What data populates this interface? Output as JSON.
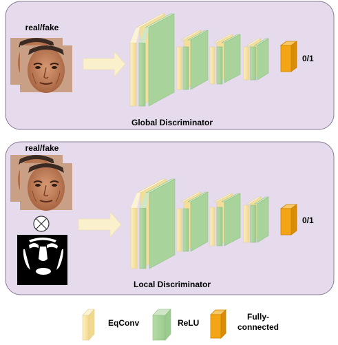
{
  "global_panel": {
    "input_label": "real/fake",
    "title": "Global Discriminator",
    "output_label": "0/1"
  },
  "local_panel": {
    "input_label": "real/fake",
    "title": "Local Discriminator",
    "output_label": "0/1"
  },
  "legend": {
    "eqconv_label": "EqConv",
    "relu_label": "ReLU",
    "fc_label_line1": "Fully-",
    "fc_label_line2": "connected"
  },
  "colors": {
    "panel_fill": "#e5dbec",
    "panel_stroke": "#8a7d95",
    "eqconv": "#f6e3a3",
    "relu": "#a6d39a",
    "fully_connected": "#f4a516",
    "arrow": "#fbf0cc"
  }
}
